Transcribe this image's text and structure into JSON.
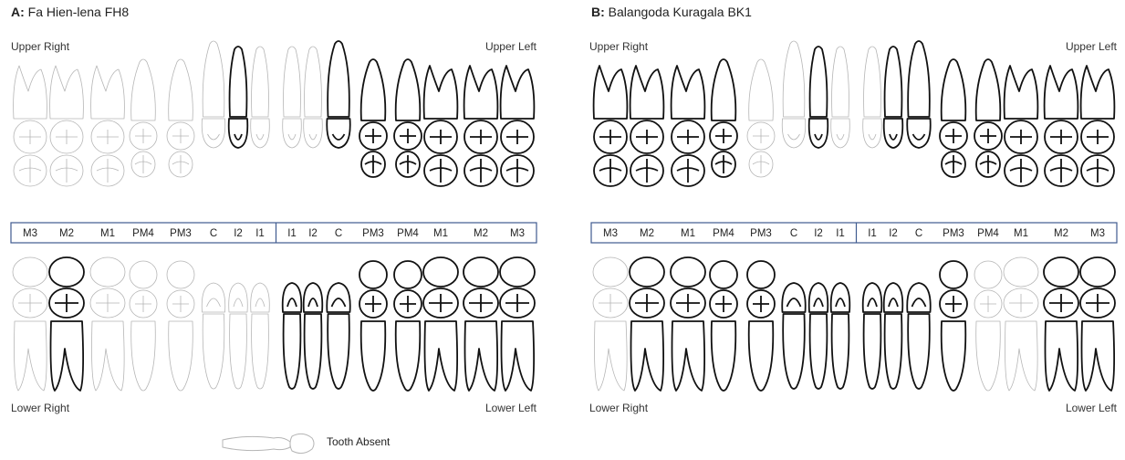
{
  "panels": [
    {
      "id": "a",
      "label": "A:",
      "title": "Fa Hien-lena FH8",
      "quadrants": {
        "upper_right": "Upper Right",
        "upper_left": "Upper Left",
        "lower_right": "Lower Right",
        "lower_left": "Lower Left"
      },
      "teeth_labels": [
        "M3",
        "M2",
        "M1",
        "PM4",
        "PM3",
        "C",
        "I2",
        "I1",
        "I1",
        "I2",
        "C",
        "PM3",
        "PM4",
        "M1",
        "M2",
        "M3"
      ],
      "upper_present": [
        false,
        false,
        false,
        false,
        false,
        false,
        true,
        false,
        false,
        false,
        true,
        true,
        true,
        true,
        true,
        true
      ],
      "lower_present": [
        false,
        true,
        false,
        false,
        false,
        false,
        false,
        false,
        true,
        true,
        true,
        true,
        true,
        true,
        true,
        true
      ]
    },
    {
      "id": "b",
      "label": "B:",
      "title": "Balangoda Kuragala BK1",
      "quadrants": {
        "upper_right": "Upper Right",
        "upper_left": "Upper Left",
        "lower_right": "Lower Right",
        "lower_left": "Lower Left"
      },
      "teeth_labels": [
        "M3",
        "M2",
        "M1",
        "PM4",
        "PM3",
        "C",
        "I2",
        "I1",
        "I1",
        "I2",
        "C",
        "PM3",
        "PM4",
        "M1",
        "M2",
        "M3"
      ],
      "upper_present": [
        true,
        true,
        true,
        true,
        false,
        false,
        true,
        false,
        false,
        true,
        true,
        true,
        true,
        true,
        true,
        true
      ],
      "lower_present": [
        false,
        true,
        true,
        true,
        true,
        true,
        true,
        true,
        true,
        true,
        true,
        true,
        false,
        false,
        true,
        true
      ]
    }
  ],
  "legend": {
    "label": "Tooth Absent"
  },
  "colors": {
    "present": "#111111",
    "absent": "#b5b5b5",
    "label_box": "#3f5b8f"
  }
}
